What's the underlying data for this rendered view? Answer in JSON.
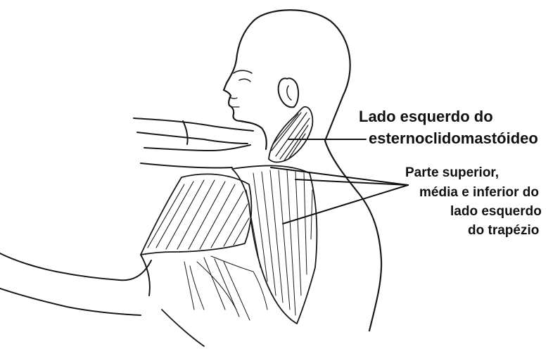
{
  "labels": {
    "scm": {
      "line1": "Lado esquerdo do",
      "line2": "esternoclidomastóideo"
    },
    "trapezius": {
      "line1": "Parte superior,",
      "line2": "média e inferior do",
      "line3": "lado esquerdo",
      "line4": "do trapézio"
    }
  },
  "colors": {
    "ink": "#111111",
    "background": "#ffffff"
  }
}
